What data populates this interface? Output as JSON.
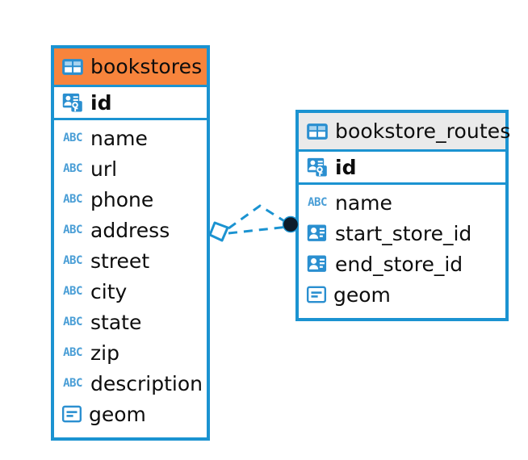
{
  "diagram": {
    "type": "entity-relationship-diagram",
    "background": "#ffffff",
    "accent_color": "#1b93d1",
    "header_accent_color": "#f8843c",
    "header_neutral_color": "#eaeaea",
    "text_color": "#0d0d0d"
  },
  "entities": [
    {
      "name": "bookstores",
      "header_style": "accent",
      "table_icon": "table-icon",
      "primary_key": {
        "label": "id",
        "icon": "primary-key-icon"
      },
      "columns": [
        {
          "label": "name",
          "icon": "text-type-icon",
          "icon_text": "ABC"
        },
        {
          "label": "url",
          "icon": "text-type-icon",
          "icon_text": "ABC"
        },
        {
          "label": "phone",
          "icon": "text-type-icon",
          "icon_text": "ABC"
        },
        {
          "label": "address",
          "icon": "text-type-icon",
          "icon_text": "ABC"
        },
        {
          "label": "street",
          "icon": "text-type-icon",
          "icon_text": "ABC"
        },
        {
          "label": "city",
          "icon": "text-type-icon",
          "icon_text": "ABC"
        },
        {
          "label": "state",
          "icon": "text-type-icon",
          "icon_text": "ABC"
        },
        {
          "label": "zip",
          "icon": "text-type-icon",
          "icon_text": "ABC"
        },
        {
          "label": "description",
          "icon": "text-type-icon",
          "icon_text": "ABC"
        },
        {
          "label": "geom",
          "icon": "geometry-type-icon",
          "icon_text": ""
        }
      ]
    },
    {
      "name": "bookstore_routes",
      "header_style": "neutral",
      "table_icon": "table-icon",
      "primary_key": {
        "label": "id",
        "icon": "primary-key-icon"
      },
      "columns": [
        {
          "label": "name",
          "icon": "text-type-icon",
          "icon_text": "ABC"
        },
        {
          "label": "start_store_id",
          "icon": "foreign-key-icon",
          "icon_text": ""
        },
        {
          "label": "end_store_id",
          "icon": "foreign-key-icon",
          "icon_text": ""
        },
        {
          "label": "geom",
          "icon": "geometry-type-icon",
          "icon_text": ""
        }
      ]
    }
  ],
  "relationship": {
    "from_entity": "bookstores",
    "to_entity": "bookstore_routes",
    "from_marker": "diamond-marker",
    "to_marker": "filled-circle-marker",
    "line_style": "dashed",
    "line_color": "#1b93d1",
    "marker_circle_color": "#0d1b2a",
    "branches": 2
  }
}
